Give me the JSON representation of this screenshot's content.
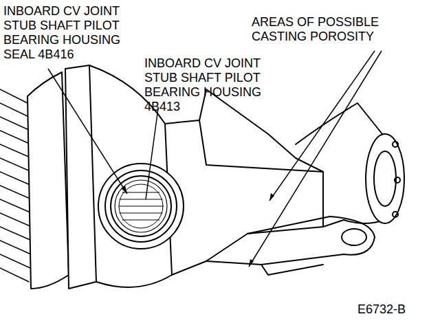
{
  "diagram": {
    "labels": [
      "INBOARD CV JOINT STUB SHAFT PILOT BEARING HOUSING SEAL 4B416",
      "INBOARD CV JOINT STUB SHAFT PILOT BEARING HOUSING 4B413",
      "AREAS OF POSSIBLE CASTING POROSITY",
      "E6732-B"
    ]
  }
}
